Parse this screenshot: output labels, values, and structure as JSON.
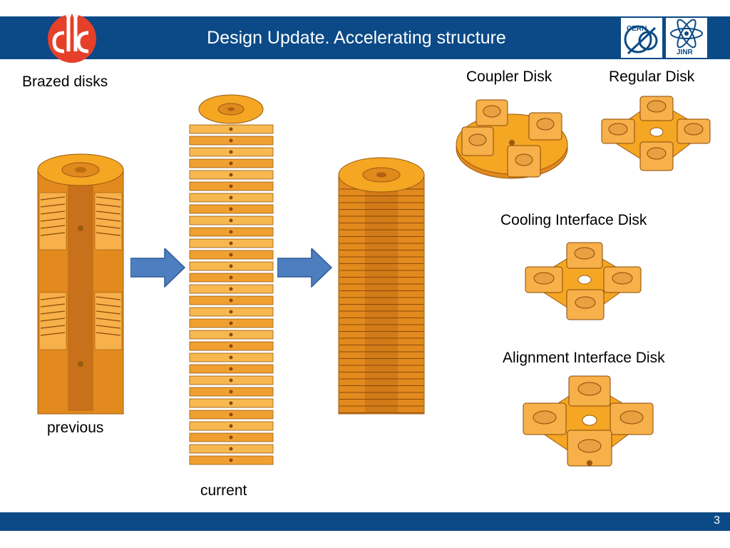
{
  "header": {
    "title": "Design Update. Accelerating structure",
    "left_logo_icon": "clic-logo-icon",
    "right_logos": [
      "cern-logo-icon",
      "jinr-logo-icon"
    ],
    "cern_text": "CERN",
    "jinr_text": "JINR"
  },
  "labels": {
    "brazed_disks": "Brazed disks",
    "previous": "previous",
    "current": "current",
    "coupler_disk": "Coupler Disk",
    "regular_disk": "Regular Disk",
    "cooling_interface_disk": "Cooling Interface Disk",
    "alignment_interface_disk": "Alignment Interface Disk"
  },
  "footer": {
    "page_number": "3"
  },
  "colors": {
    "header_blue": "#0b4a86",
    "copper_orange": "#f5a623",
    "copper_dark": "#c77412",
    "arrow_blue": "#4d7fc0",
    "clic_red": "#e6402a"
  }
}
